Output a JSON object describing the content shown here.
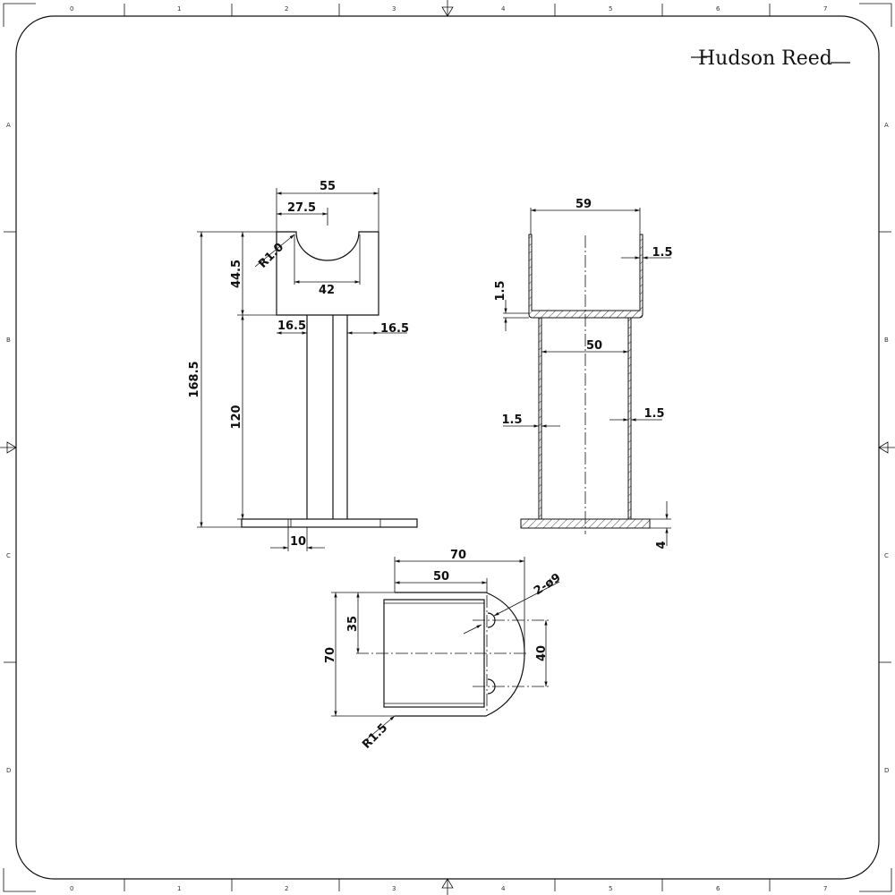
{
  "brand": {
    "logo_text": "Hudson Reed"
  },
  "border": {
    "columns": [
      "0",
      "1",
      "2",
      "3",
      "4",
      "5",
      "6",
      "7"
    ],
    "rows": [
      "A",
      "B",
      "C",
      "D"
    ]
  },
  "front_view": {
    "width": "55",
    "half_width": "27.5",
    "cut_width": "42",
    "radius": "R1.0",
    "head_height": "44.5",
    "total_height": "168.5",
    "post_height": "120",
    "left_offset": "16.5",
    "right_offset": "16.5",
    "post_wall": "10"
  },
  "side_view": {
    "top_width": "59",
    "wall_top": "1.5",
    "base_thick_top": "1.5",
    "post_width": "50",
    "wall_left": "1.5",
    "wall_right": "1.5",
    "plate_thick": "4"
  },
  "plan_view": {
    "overall_width": "70",
    "body_width": "50",
    "holes": "2-ø9",
    "overall_depth": "70",
    "half_depth": "35",
    "hole_pitch": "40",
    "radius": "R1.5"
  }
}
